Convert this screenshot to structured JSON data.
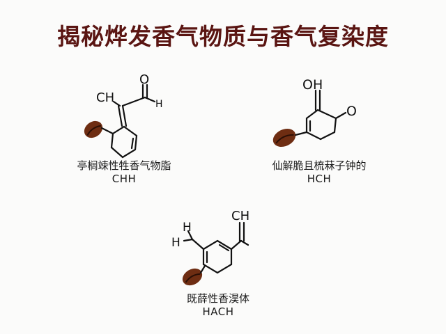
{
  "title": "揭秘烨发香气物质与香气复染度",
  "colors": {
    "title": "#5a1512",
    "bean": "#6e2d12",
    "bond": "#111111"
  },
  "molecules": [
    {
      "caption": "亭榈竦性牲香气物脂",
      "formula": "CHH",
      "atoms": {
        "ch": "CH",
        "o": "O",
        "h": "H"
      }
    },
    {
      "caption": "仙解脆且梳菻子钟的",
      "formula": "HCH",
      "atoms": {
        "oh": "OH",
        "o": "O"
      }
    },
    {
      "caption": "既薛性香淏体",
      "formula": "HACH",
      "atoms": {
        "h_top": "H",
        "h_left": "H",
        "ch": "CH"
      }
    }
  ]
}
